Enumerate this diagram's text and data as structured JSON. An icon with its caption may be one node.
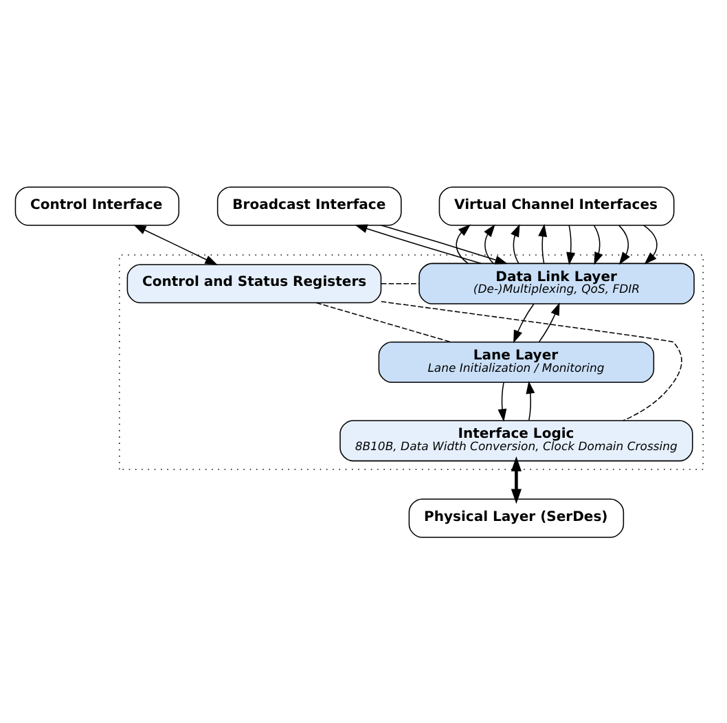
{
  "diagram": {
    "nodes": [
      {
        "text": [
          "Control Interface"
        ]
      },
      {
        "text": [
          "Broadcast Interface"
        ]
      },
      {
        "text": [
          "Virtual Channel Interfaces"
        ]
      },
      {
        "text": [],
        "shape": "box"
      },
      {
        "text": [
          "Control and Status Registers"
        ],
        "in": 3
      },
      {
        "text": [
          "Data Link Layer",
          "(De-)Multiplexing, QoS, FDIR"
        ],
        "in": 3
      },
      {
        "text": [
          "Lane Layer",
          "Lane Initialization / Monitoring"
        ],
        "in": 3
      },
      {
        "text": [
          "Interface Logic",
          "8B10B, Data Width Conversion, Clock Domain Crossing"
        ],
        "in": 3
      },
      {
        "text": [
          "Physical Layer (SerDes)"
        ]
      }
    ],
    "edges": [
      {
        "from": 0,
        "to": 4,
        "arrow": "both"
      },
      {
        "from": 5,
        "to": 1,
        "arrow": "to"
      },
      {
        "from": 1,
        "to": 5,
        "arrow": "to"
      },
      {
        "from": 5,
        "to": 2,
        "arrow": "to"
      },
      {
        "from": 5,
        "to": 2,
        "arrow": "to"
      },
      {
        "from": 5,
        "to": 2,
        "arrow": "to"
      },
      {
        "from": 5,
        "to": 2,
        "arrow": "to"
      },
      {
        "from": 2,
        "to": 5,
        "arrow": "to"
      },
      {
        "from": 2,
        "to": 5,
        "arrow": "to"
      },
      {
        "from": 2,
        "to": 5,
        "arrow": "to"
      },
      {
        "from": 2,
        "to": 5,
        "arrow": "to"
      },
      {
        "from": 4,
        "to": 5,
        "arrow": "none",
        "style": "dashed"
      },
      {
        "from": 4,
        "to": 6,
        "arrow": "none",
        "style": "dashed"
      },
      {
        "from": 4,
        "to": 7,
        "arrow": "none",
        "style": "dashed"
      },
      {
        "from": 5,
        "to": 6,
        "arrow": "to"
      },
      {
        "from": 6,
        "to": 5,
        "arrow": "to"
      },
      {
        "from": 6,
        "to": 7,
        "arrow": "to"
      },
      {
        "from": 7,
        "to": 6,
        "arrow": "to"
      },
      {
        "from": 7,
        "to": 8,
        "arrow": "both",
        "style": "thick"
      }
    ]
  }
}
